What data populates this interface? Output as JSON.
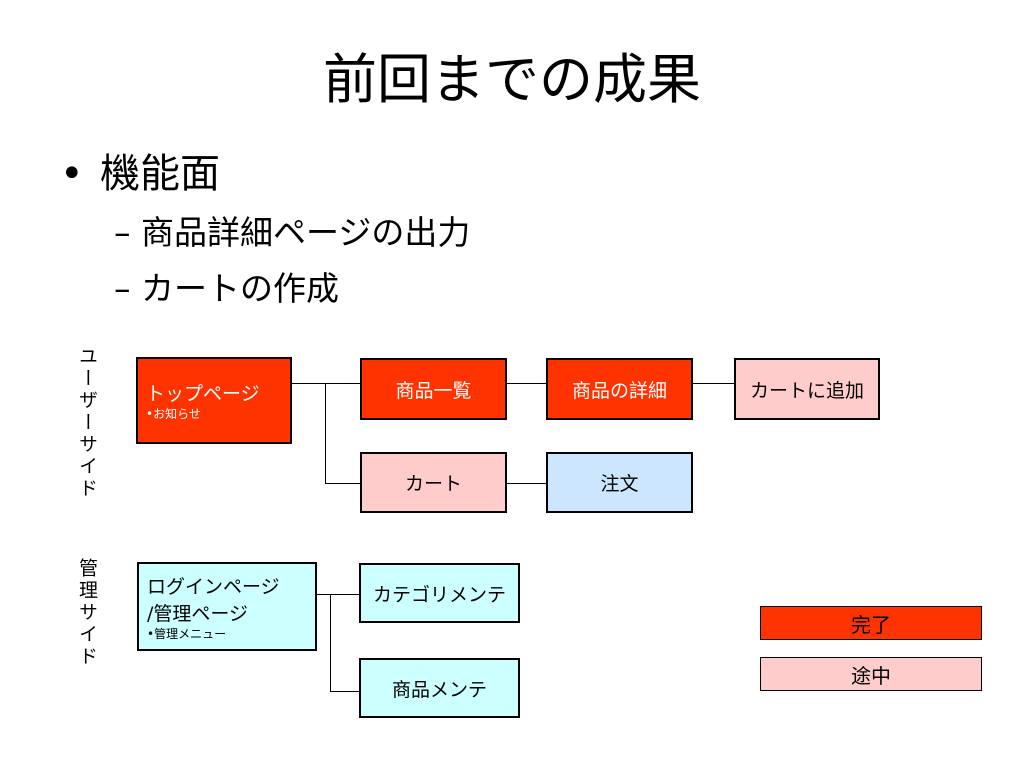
{
  "title": "前回までの成果",
  "bullet": {
    "marker": "•",
    "text": "機能面",
    "subs": [
      {
        "marker": "–",
        "text": "商品詳細ページの出力"
      },
      {
        "marker": "–",
        "text": "カートの作成"
      }
    ]
  },
  "diagram": {
    "user_side_label": "ユーザーサイド",
    "admin_side_label": "管理サイド",
    "user": {
      "top_page": {
        "label": "トップページ",
        "sub": "•お知らせ"
      },
      "product_list": "商品一覧",
      "product_detail": "商品の詳細",
      "add_to_cart": "カートに追加",
      "cart": "カート",
      "order": "注文"
    },
    "admin": {
      "login_page": {
        "line1": "ログインページ",
        "line2": "/管理ページ",
        "sub": "•管理メニュー"
      },
      "category_maint": "カテゴリメンテ",
      "product_maint": "商品メンテ"
    }
  },
  "legend": {
    "done": "完了",
    "in_progress": "途中"
  },
  "colors": {
    "done": "#ff3300",
    "in_progress": "#ffcccc",
    "blue": "#cce6ff",
    "cyan": "#ccffff"
  }
}
